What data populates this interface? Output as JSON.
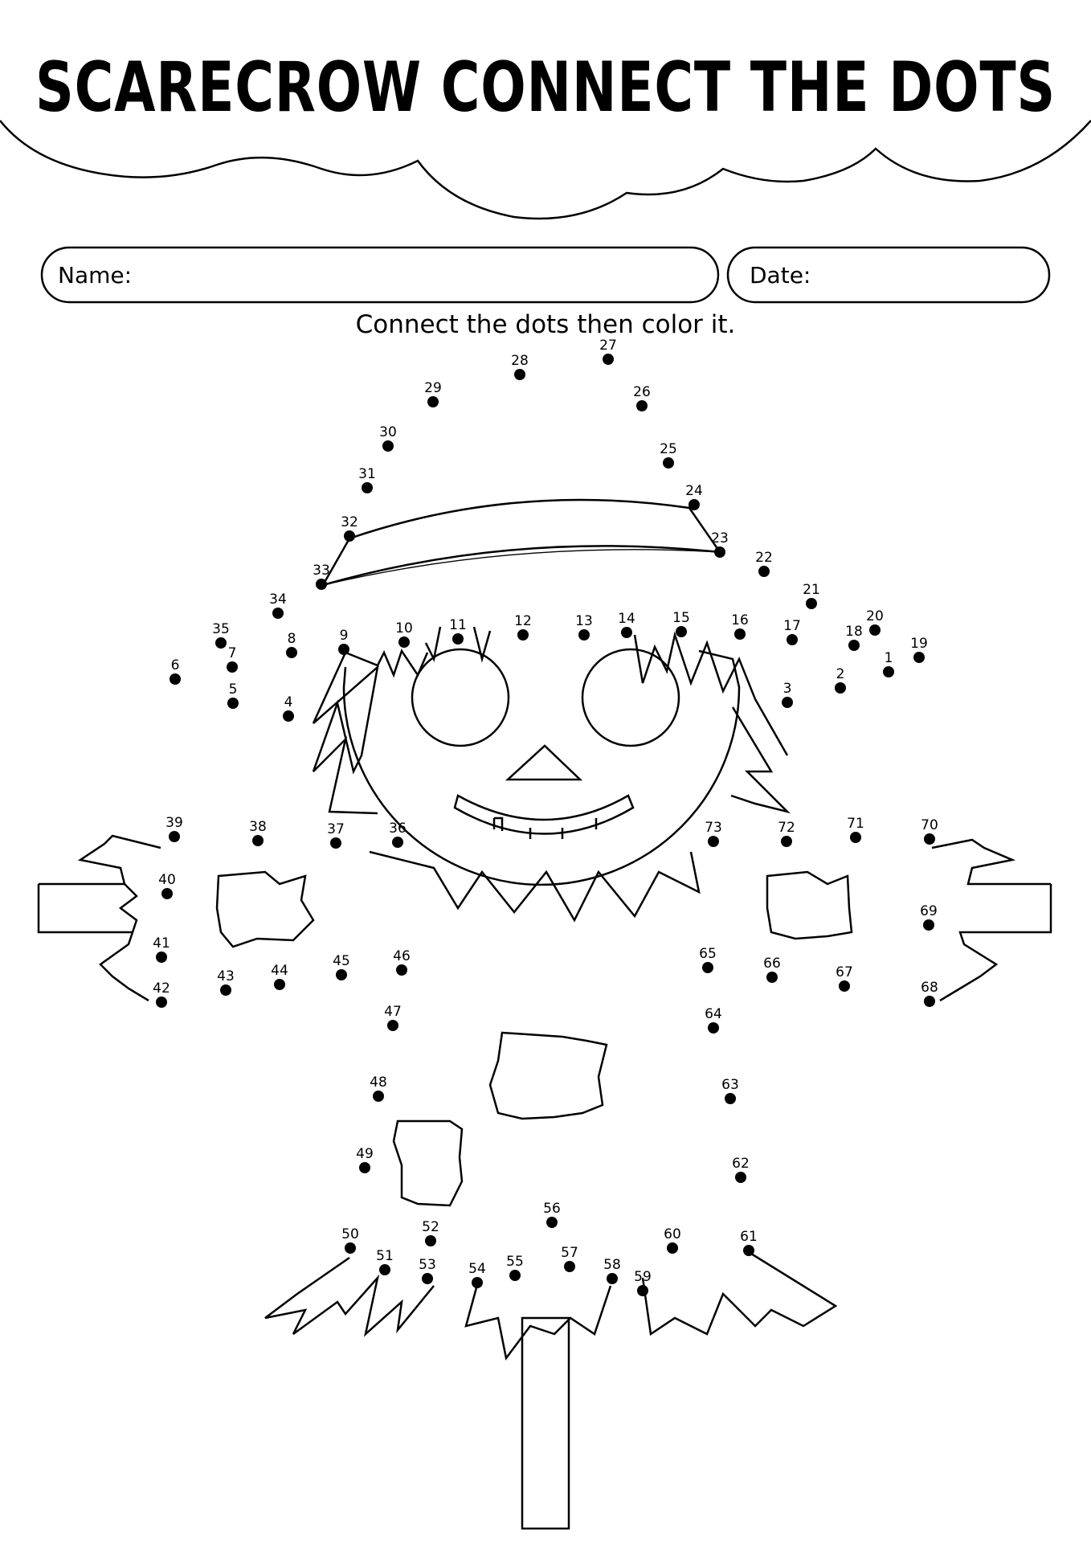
{
  "title": "SCARECROW CONNECT THE DOTS",
  "fields": {
    "name_label": "Name:",
    "date_label": "Date:"
  },
  "instruction": "Connect the dots then color it.",
  "dots": [
    {
      "n": "1"
    },
    {
      "n": "2"
    },
    {
      "n": "3"
    },
    {
      "n": "4"
    },
    {
      "n": "5"
    },
    {
      "n": "6"
    },
    {
      "n": "7"
    },
    {
      "n": "8"
    },
    {
      "n": "9"
    },
    {
      "n": "10"
    },
    {
      "n": "11"
    },
    {
      "n": "12"
    },
    {
      "n": "13"
    },
    {
      "n": "14"
    },
    {
      "n": "15"
    },
    {
      "n": "16"
    },
    {
      "n": "17"
    },
    {
      "n": "18"
    },
    {
      "n": "19"
    },
    {
      "n": "20"
    },
    {
      "n": "21"
    },
    {
      "n": "22"
    },
    {
      "n": "23"
    },
    {
      "n": "24"
    },
    {
      "n": "25"
    },
    {
      "n": "26"
    },
    {
      "n": "27"
    },
    {
      "n": "28"
    },
    {
      "n": "29"
    },
    {
      "n": "30"
    },
    {
      "n": "31"
    },
    {
      "n": "32"
    },
    {
      "n": "33"
    },
    {
      "n": "34"
    },
    {
      "n": "35"
    },
    {
      "n": "36"
    },
    {
      "n": "37"
    },
    {
      "n": "38"
    },
    {
      "n": "39"
    },
    {
      "n": "40"
    },
    {
      "n": "41"
    },
    {
      "n": "42"
    },
    {
      "n": "43"
    },
    {
      "n": "44"
    },
    {
      "n": "45"
    },
    {
      "n": "46"
    },
    {
      "n": "47"
    },
    {
      "n": "48"
    },
    {
      "n": "49"
    },
    {
      "n": "50"
    },
    {
      "n": "51"
    },
    {
      "n": "52"
    },
    {
      "n": "53"
    },
    {
      "n": "54"
    },
    {
      "n": "55"
    },
    {
      "n": "56"
    },
    {
      "n": "57"
    },
    {
      "n": "58"
    },
    {
      "n": "59"
    },
    {
      "n": "60"
    },
    {
      "n": "61"
    },
    {
      "n": "62"
    },
    {
      "n": "63"
    },
    {
      "n": "64"
    },
    {
      "n": "65"
    },
    {
      "n": "66"
    },
    {
      "n": "67"
    },
    {
      "n": "68"
    },
    {
      "n": "69"
    },
    {
      "n": "70"
    },
    {
      "n": "71"
    },
    {
      "n": "72"
    },
    {
      "n": "73"
    }
  ]
}
